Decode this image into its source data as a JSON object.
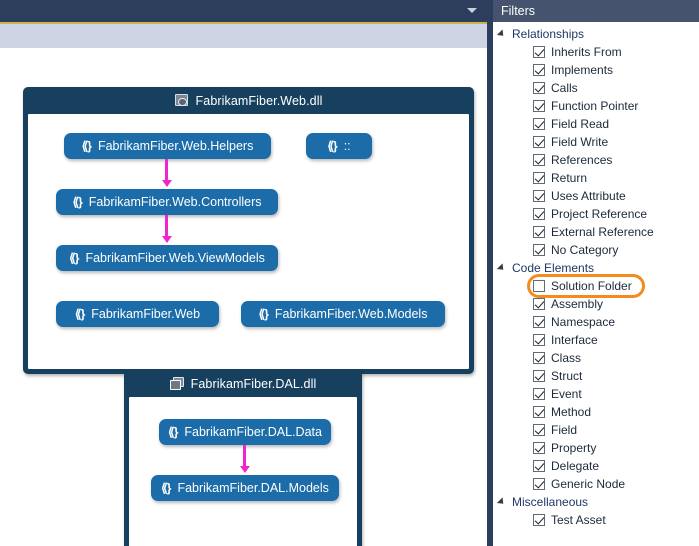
{
  "topbar": {
    "dropdown_icon": "chevron-down-icon"
  },
  "graph": {
    "assemblies": [
      {
        "title": "FabrikamFiber.Web.dll",
        "icon": "web-assembly-icon",
        "nodes": [
          {
            "label": "FabrikamFiber.Web.Helpers",
            "icon": "namespace-icon"
          },
          {
            "label": "::",
            "icon": "namespace-icon"
          },
          {
            "label": "FabrikamFiber.Web.Controllers",
            "icon": "namespace-icon"
          },
          {
            "label": "FabrikamFiber.Web.ViewModels",
            "icon": "namespace-icon"
          },
          {
            "label": "FabrikamFiber.Web",
            "icon": "namespace-icon"
          },
          {
            "label": "FabrikamFiber.Web.Models",
            "icon": "namespace-icon"
          }
        ]
      },
      {
        "title": "FabrikamFiber.DAL.dll",
        "icon": "assembly-icon",
        "nodes": [
          {
            "label": "FabrikamFiber.DAL.Data",
            "icon": "namespace-icon"
          },
          {
            "label": "FabrikamFiber.DAL.Models",
            "icon": "namespace-icon"
          }
        ]
      }
    ],
    "edge_color": "#ef26ce",
    "node_color": "#1b6ca8",
    "container_color": "#17405f"
  },
  "filters": {
    "title": "Filters",
    "highlight_color": "#f58a1f",
    "groups": [
      {
        "label": "Relationships",
        "expanded": true,
        "items": [
          {
            "label": "Inherits From",
            "checked": true
          },
          {
            "label": "Implements",
            "checked": true
          },
          {
            "label": "Calls",
            "checked": true
          },
          {
            "label": "Function Pointer",
            "checked": true
          },
          {
            "label": "Field Read",
            "checked": true
          },
          {
            "label": "Field Write",
            "checked": true
          },
          {
            "label": "References",
            "checked": true
          },
          {
            "label": "Return",
            "checked": true
          },
          {
            "label": "Uses Attribute",
            "checked": true
          },
          {
            "label": "Project Reference",
            "checked": true
          },
          {
            "label": "External Reference",
            "checked": true
          },
          {
            "label": "No Category",
            "checked": true
          }
        ]
      },
      {
        "label": "Code Elements",
        "expanded": true,
        "items": [
          {
            "label": "Solution Folder",
            "checked": false,
            "highlighted": true
          },
          {
            "label": "Assembly",
            "checked": true
          },
          {
            "label": "Namespace",
            "checked": true
          },
          {
            "label": "Interface",
            "checked": true
          },
          {
            "label": "Class",
            "checked": true
          },
          {
            "label": "Struct",
            "checked": true
          },
          {
            "label": "Event",
            "checked": true
          },
          {
            "label": "Method",
            "checked": true
          },
          {
            "label": "Field",
            "checked": true
          },
          {
            "label": "Property",
            "checked": true
          },
          {
            "label": "Delegate",
            "checked": true
          },
          {
            "label": "Generic Node",
            "checked": true
          }
        ]
      },
      {
        "label": "Miscellaneous",
        "expanded": true,
        "items": [
          {
            "label": "Test Asset",
            "checked": true
          }
        ]
      }
    ]
  }
}
